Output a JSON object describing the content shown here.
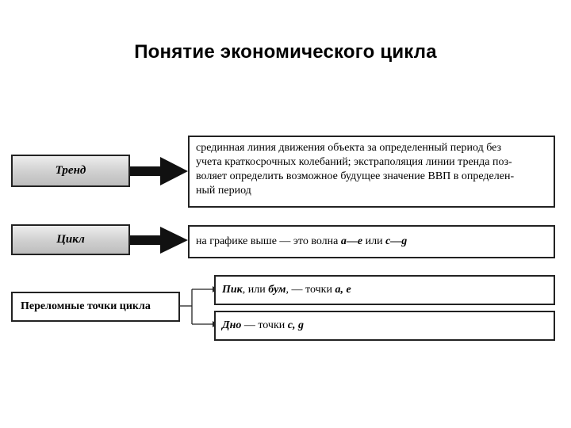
{
  "title": "Понятие экономического цикла",
  "rows": {
    "trend": {
      "label": "Тренд",
      "text_lines": [
        "срединная линия движения объекта за определенный период без",
        "учета краткосрочных колебаний; экстраполяция линии тренда поз-",
        "воляет определить возможное будущее значение ВВП в определен-",
        "ный период"
      ]
    },
    "cycle": {
      "label": "Цикл",
      "text_prefix": "на графике выше — это волна ",
      "text_ae": "а—е",
      "text_or": " или ",
      "text_cg": "с—g"
    },
    "turning_points": {
      "label": "Переломные точки цикла",
      "peak": {
        "term1": "Пик",
        "mid1": ", или ",
        "term2": "бум",
        "mid2": ", — точки ",
        "pts": "а, е"
      },
      "trough": {
        "term": "Дно",
        "mid": " — точки ",
        "pts": "с, g"
      }
    }
  }
}
